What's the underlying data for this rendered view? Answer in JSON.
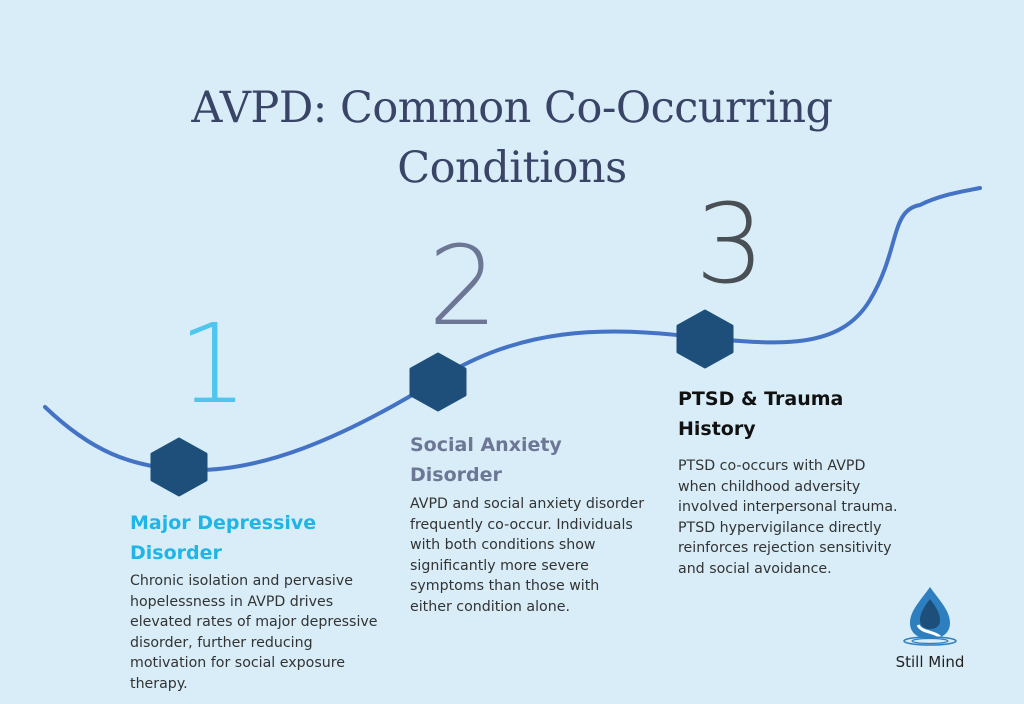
{
  "title": "AVPD: Common Co-Occurring Conditions",
  "title_lines": [
    "AVPD: Common Co-Occurring",
    "Conditions"
  ],
  "colors": {
    "background": "#d8edf8",
    "title": "#3a4466",
    "curve": "#4472c4",
    "hexagon": "#1d4f7a",
    "step1_accent": "#1fb5e6",
    "step2_accent": "#6d7795",
    "step3_accent": "#111111"
  },
  "steps": [
    {
      "number": "1",
      "heading_lines": [
        "Major Depressive",
        "Disorder"
      ],
      "heading": "Major Depressive Disorder",
      "body": "Chronic isolation and pervasive hopelessness in AVPD drives elevated rates of major depressive disorder, further reducing motivation for social exposure therapy."
    },
    {
      "number": "2",
      "heading_lines": [
        "Social Anxiety",
        "Disorder"
      ],
      "heading": "Social Anxiety Disorder",
      "body": "AVPD and social anxiety disorder frequently co-occur. Individuals with both conditions show significantly more severe symptoms than those with either condition alone."
    },
    {
      "number": "3",
      "heading_lines": [
        "PTSD & Trauma",
        "History"
      ],
      "heading": "PTSD & Trauma History",
      "body": "PTSD co-occurs with AVPD when childhood adversity involved interpersonal trauma. PTSD hypervigilance directly reinforces rejection sensitivity and social avoidance."
    }
  ],
  "logo": {
    "icon": "water-drop-icon",
    "text": "Still Mind"
  }
}
